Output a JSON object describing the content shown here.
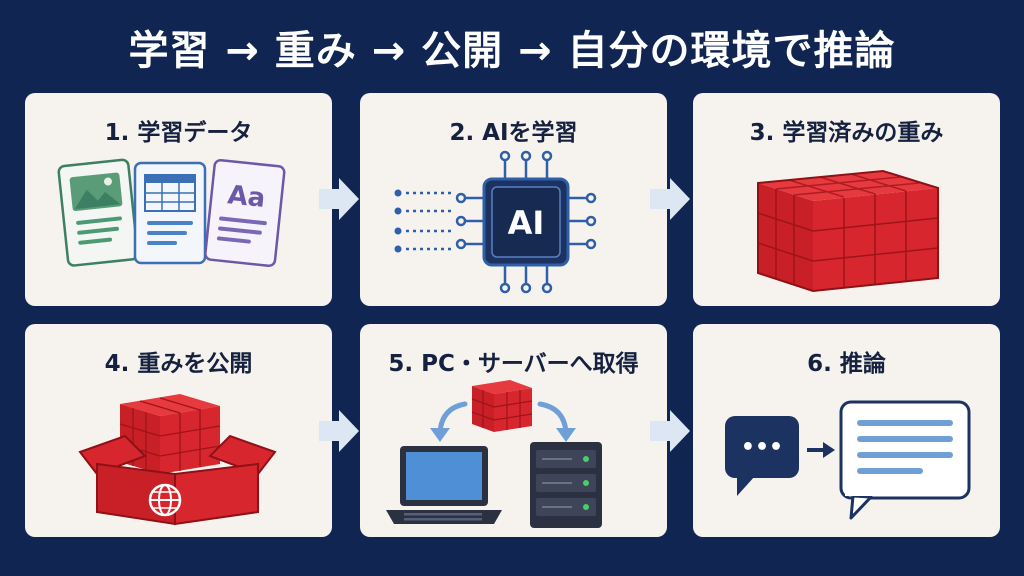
{
  "title": "学習 → 重み → 公開 → 自分の環境で推論",
  "steps": [
    {
      "label": "1. 学習データ"
    },
    {
      "label": "2. AIを学習"
    },
    {
      "label": "3. 学習済みの重み"
    },
    {
      "label": "4. 重みを公開"
    },
    {
      "label": "5. PC・サーバーへ取得"
    },
    {
      "label": "6. 推論"
    }
  ],
  "icons": {
    "chip_text": "AI",
    "doc_text": "Aa",
    "chat_text": "•••"
  },
  "colors": {
    "background": "#112552",
    "card": "#f6f3ee",
    "accent_red": "#d8262e",
    "arrow": "#dde7f3"
  }
}
